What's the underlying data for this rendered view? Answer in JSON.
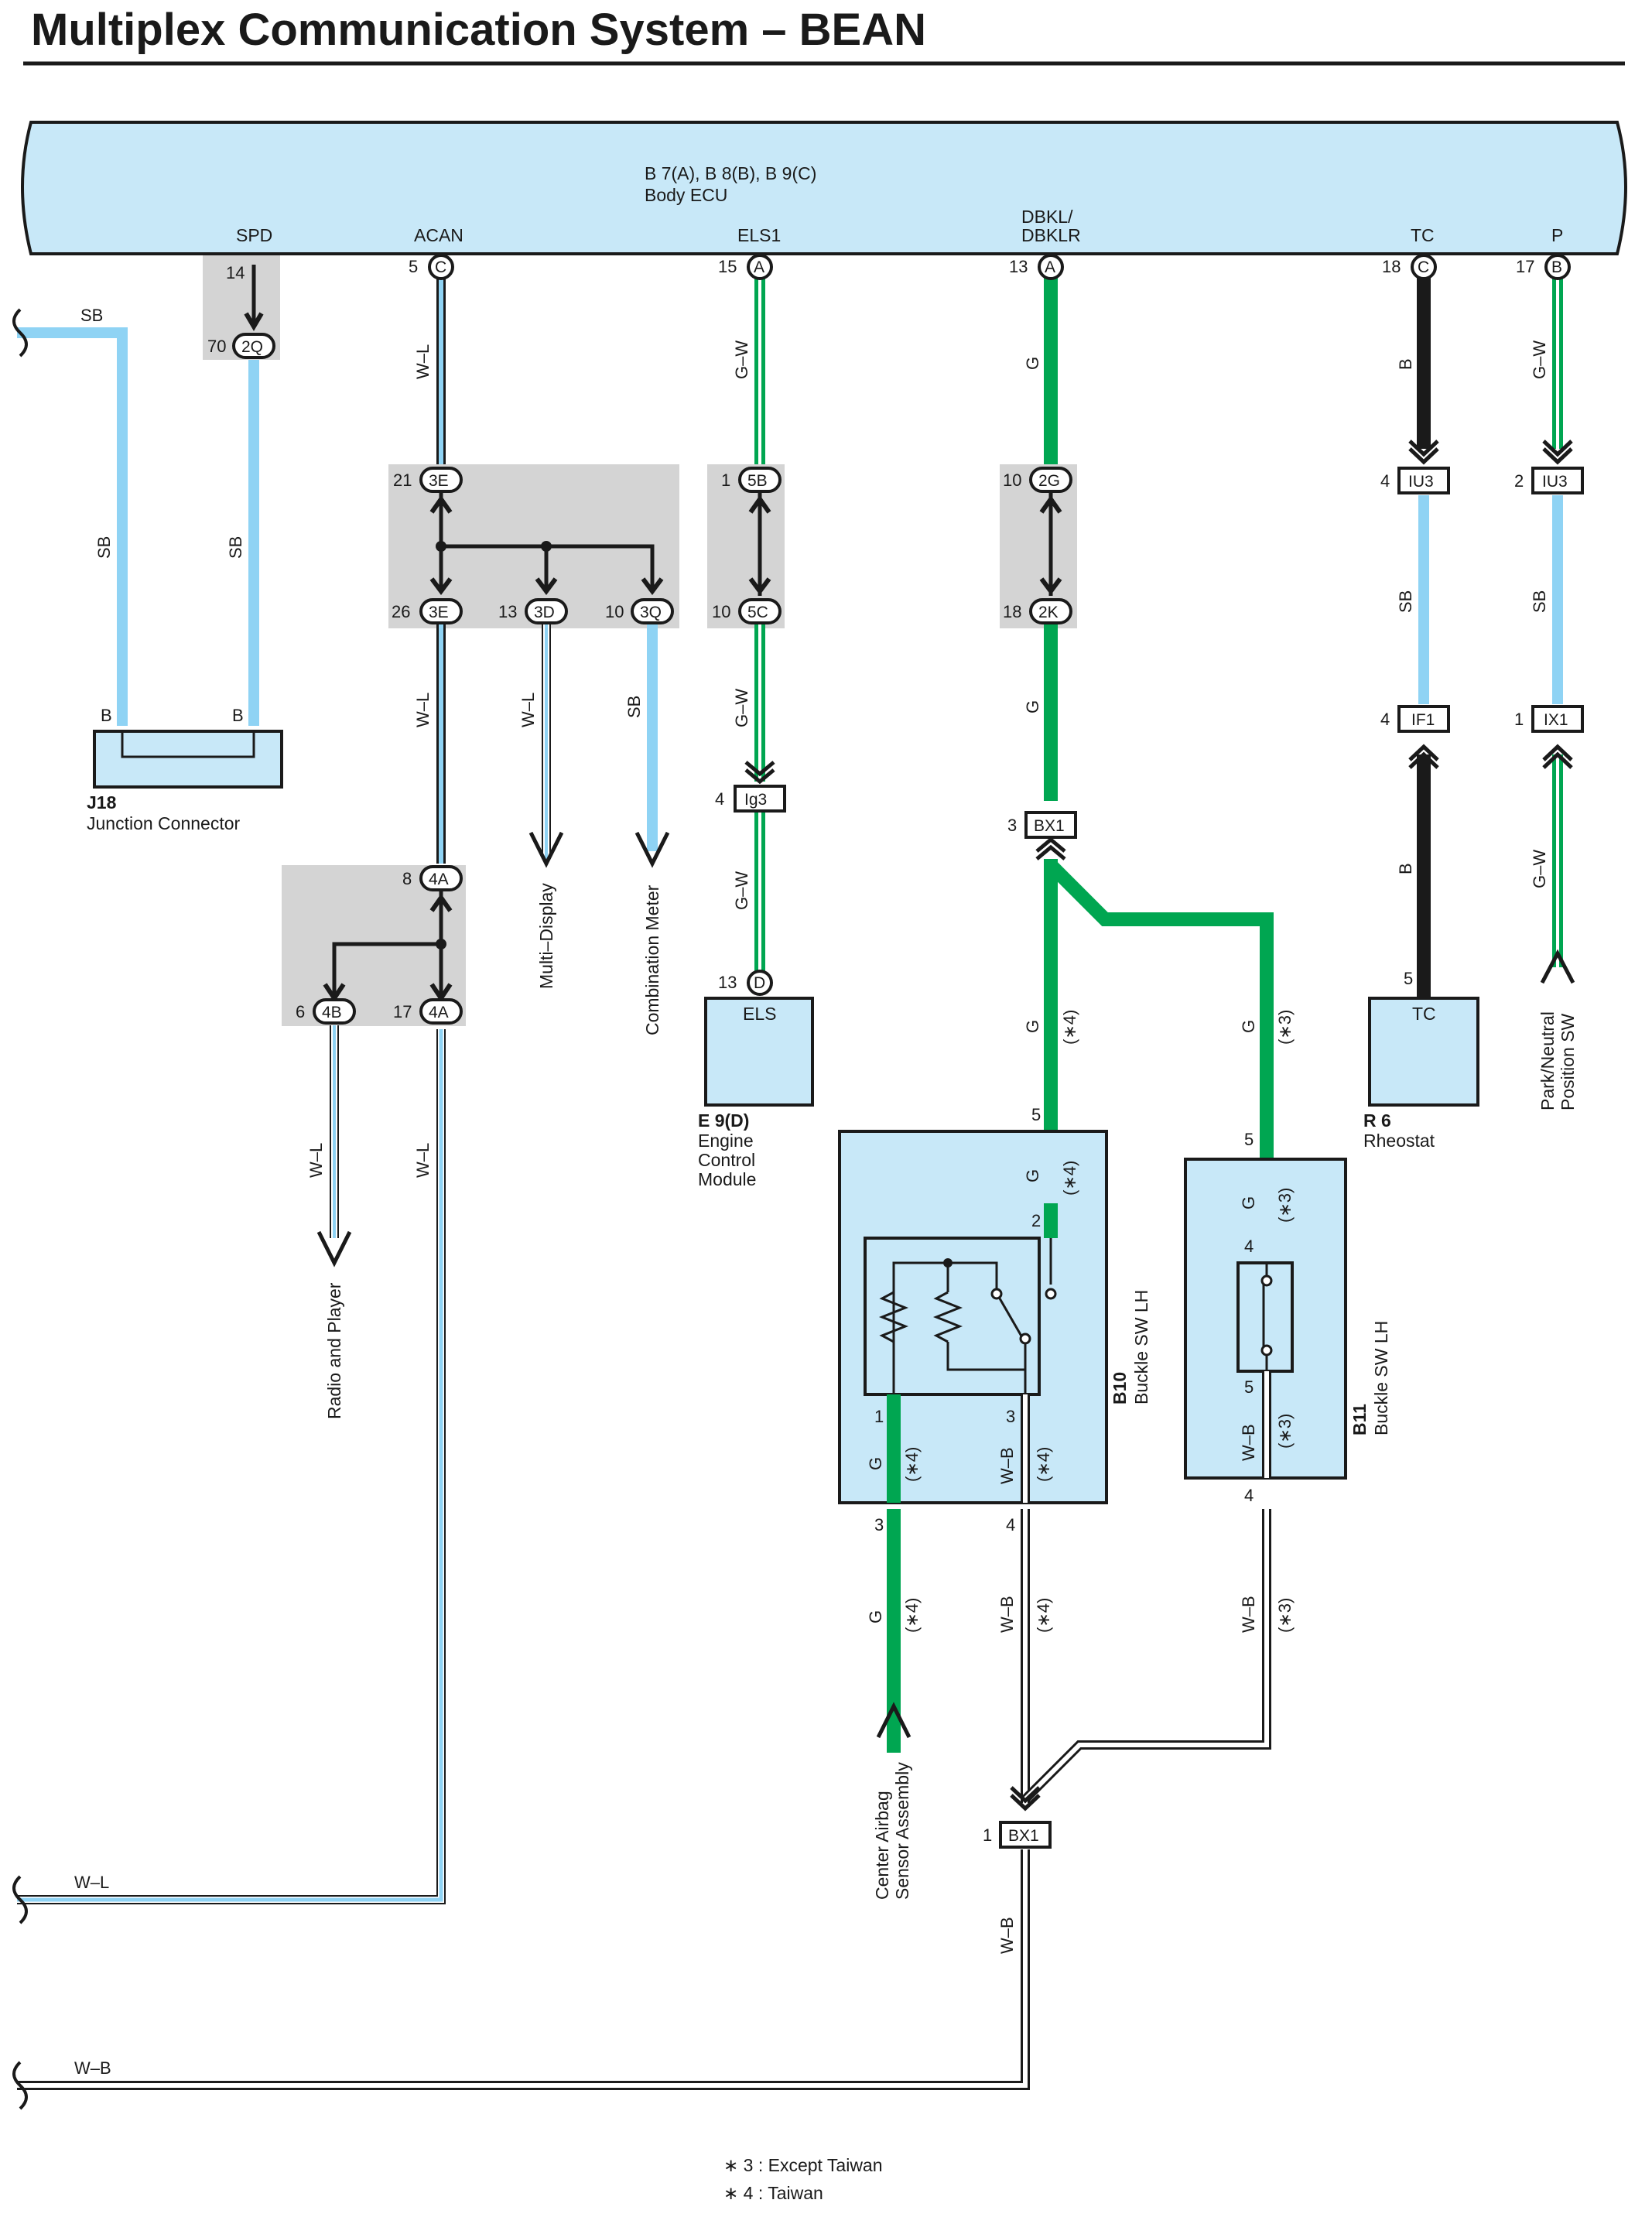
{
  "title": "Multiplex Communication System – BEAN",
  "ecu": {
    "code": "B 7(A), B 8(B), B 9(C)",
    "name": "Body ECU",
    "terminals": [
      {
        "name": "SPD",
        "pin": "14",
        "connector": ""
      },
      {
        "name": "ACAN",
        "pin": "5",
        "connector": "C"
      },
      {
        "name": "ELS1",
        "pin": "15",
        "connector": "A"
      },
      {
        "name": "DBKL/",
        "name2": "DBKLR",
        "pin": "13",
        "connector": "A"
      },
      {
        "name": "TC",
        "pin": "18",
        "connector": "C"
      },
      {
        "name": "P",
        "pin": "17",
        "connector": "B"
      }
    ]
  },
  "connectors": {
    "c_2Q": {
      "id": "2Q",
      "pin": "70"
    },
    "c_3E_top": {
      "id": "3E",
      "pin": "21"
    },
    "c_3E_bot": {
      "id": "3E",
      "pin": "26"
    },
    "c_3D": {
      "id": "3D",
      "pin": "13"
    },
    "c_3Q": {
      "id": "3Q",
      "pin": "10"
    },
    "c_5B": {
      "id": "5B",
      "pin": "1"
    },
    "c_5C": {
      "id": "5C",
      "pin": "10"
    },
    "c_Ig3": {
      "id": "Ig3",
      "pin": "4"
    },
    "c_D": {
      "id": "D",
      "pin": "13"
    },
    "c_2G": {
      "id": "2G",
      "pin": "10"
    },
    "c_2K": {
      "id": "2K",
      "pin": "18"
    },
    "c_BX1_top": {
      "id": "BX1",
      "pin": "3"
    },
    "c_IU3_a": {
      "id": "IU3",
      "pin": "4"
    },
    "c_IU3_b": {
      "id": "IU3",
      "pin": "2"
    },
    "c_IF1": {
      "id": "IF1",
      "pin": "4"
    },
    "c_IX1": {
      "id": "IX1",
      "pin": "1"
    },
    "c_4A_top": {
      "id": "4A",
      "pin": "8"
    },
    "c_4B": {
      "id": "4B",
      "pin": "6"
    },
    "c_4A_bot": {
      "id": "4A",
      "pin": "17"
    },
    "c_BX1_bot": {
      "id": "BX1",
      "pin": "1"
    }
  },
  "wires": {
    "sb": "SB",
    "wl": "W–L",
    "gw": "G–W",
    "g": "G",
    "b": "B",
    "wb": "W–B",
    "star3": "(∗3)",
    "star4": "(∗4)"
  },
  "components": {
    "j18": {
      "code": "J18",
      "name": "Junction Connector",
      "pin_left": "B",
      "pin_right": "B"
    },
    "e9": {
      "code": "E 9(D)",
      "name_lines": [
        "Engine",
        "Control",
        "Module"
      ],
      "label": "ELS"
    },
    "r6": {
      "code": "R 6",
      "name": "Rheostat",
      "label": "TC",
      "pin": "5"
    },
    "b10": {
      "code": "B10",
      "name": "Buckle SW LH",
      "pins": {
        "p5": "5",
        "p2": "2",
        "p1": "1",
        "p3": "3",
        "p3b": "3",
        "p4": "4"
      }
    },
    "b11": {
      "code": "B11",
      "name": "Buckle SW LH",
      "pins": {
        "p5": "5",
        "p4": "4",
        "p5b": "5",
        "p4b": "4"
      }
    }
  },
  "destinations": {
    "multi_display": "Multi–Display",
    "combination_meter": "Combination Meter",
    "radio": "Radio and Player",
    "airbag_line1": "Center Airbag",
    "airbag_line2": "Sensor Assembly",
    "park_line1": "Park/Neutral",
    "park_line2": "Position SW"
  },
  "notes": [
    "∗ 3 : Except Taiwan",
    "∗ 4 : Taiwan"
  ],
  "colors": {
    "ecu_fill": "#c8e8f8",
    "component_fill": "#c8e8f8",
    "wire_blue": "#8fd3f4",
    "wire_green": "#00a651",
    "wire_black": "#1a1a1a",
    "splice_gray": "#d4d4d4"
  }
}
